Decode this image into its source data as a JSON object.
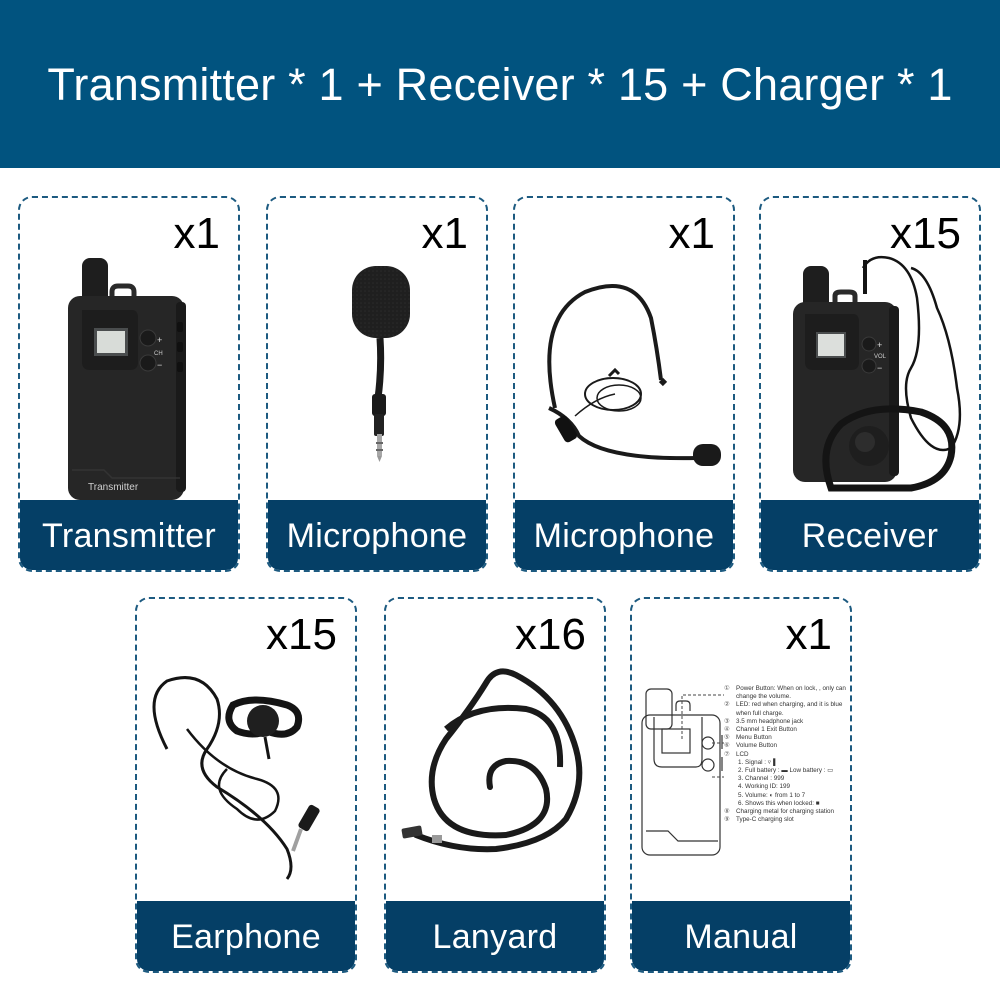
{
  "header": {
    "title": "Transmitter * 1 + Receiver * 15 + Charger * 1",
    "background_color": "#01537f"
  },
  "theme": {
    "label_bar_color": "#053f66",
    "card_border_color": "#1c5a80",
    "count_text_color": "#000000"
  },
  "items": [
    {
      "label": "Transmitter",
      "count": "x1",
      "image": "transmitter-device"
    },
    {
      "label": "Microphone",
      "count": "x1",
      "image": "handheld-foam-microphone"
    },
    {
      "label": "Microphone",
      "count": "x1",
      "image": "headset-microphone"
    },
    {
      "label": "Receiver",
      "count": "x15",
      "image": "receiver-with-earphone"
    },
    {
      "label": "Earphone",
      "count": "x15",
      "image": "d-shape-earphone"
    },
    {
      "label": "Lanyard",
      "count": "x16",
      "image": "neck-lanyard"
    },
    {
      "label": "Manual",
      "count": "x1",
      "image": "manual-diagram"
    }
  ],
  "device_text": {
    "transmitter_brand": "Transmitter",
    "transmitter_button_label": "CH",
    "receiver_button_label": "VOL",
    "plus": "+",
    "minus": "−"
  },
  "manual": {
    "entries": [
      {
        "num": "①",
        "text": "Power Button: When on lock, , only can change the volume."
      },
      {
        "num": "②",
        "text": "LED: red when charging, and it is blue when full charge."
      },
      {
        "num": "③",
        "text": "3.5 mm headphone jack"
      },
      {
        "num": "④",
        "text": "Channel 1 Exit Button"
      },
      {
        "num": "⑤",
        "text": "Menu Button"
      },
      {
        "num": "⑥",
        "text": "Volume Button"
      },
      {
        "num": "⑦",
        "text": "LCD"
      }
    ],
    "lcd_entries": [
      "1. Signal : ▿▐",
      "2. Full battery : ▬   Low battery : ▭",
      "3. Channel : 999",
      "4. Working ID: 199",
      "5. Volume: ◐ from 1 to 7",
      "6. Shows this when locked: ■"
    ],
    "tail_entries": [
      {
        "num": "⑧",
        "text": "Charging metal for charging station"
      },
      {
        "num": "⑨",
        "text": "Type-C charging slot"
      }
    ]
  }
}
